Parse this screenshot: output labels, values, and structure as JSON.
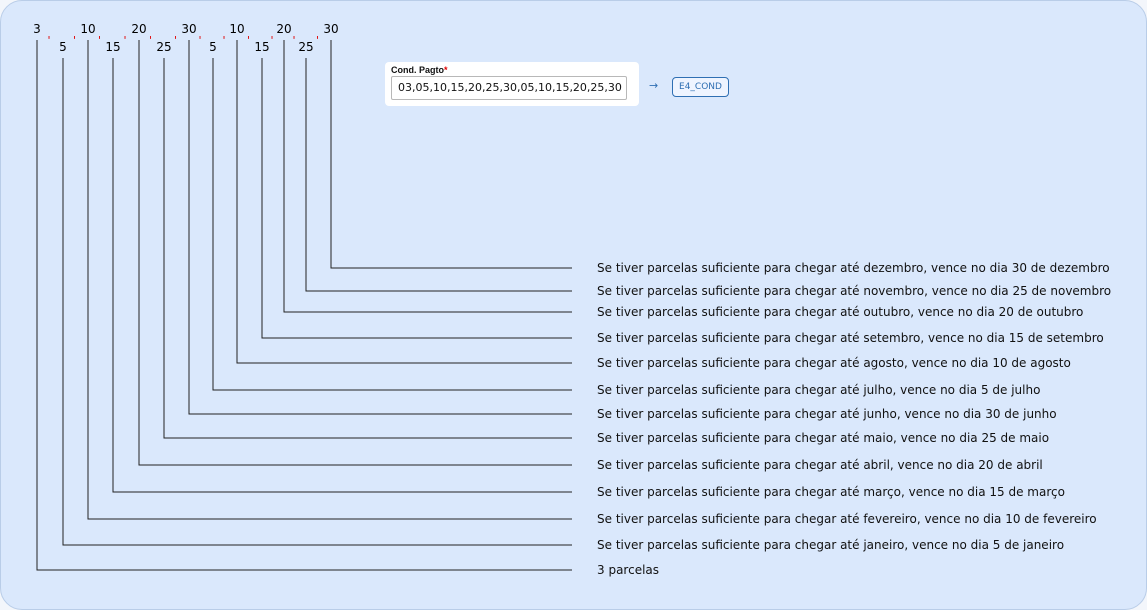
{
  "field": {
    "label": "Cond. Pagto",
    "required_mark": "*",
    "value": "03,05,10,15,20,25,30,05,10,15,20,25,30"
  },
  "arrow_glyph": "→",
  "tag_label": "E4_COND",
  "comma_char": "'",
  "columns": [
    {
      "label": "3",
      "row": "top",
      "desc": "3 parcelas"
    },
    {
      "label": "5",
      "row": "bottom",
      "desc": "Se tiver parcelas suficiente para chegar até janeiro, vence no dia 5 de janeiro"
    },
    {
      "label": "10",
      "row": "top",
      "desc": "Se tiver parcelas suficiente para chegar até fevereiro, vence no dia 10 de fevereiro"
    },
    {
      "label": "15",
      "row": "bottom",
      "desc": "Se tiver parcelas suficiente para chegar até março, vence no dia 15 de março"
    },
    {
      "label": "20",
      "row": "top",
      "desc": "Se tiver parcelas suficiente para chegar até abril, vence no dia 20 de abril"
    },
    {
      "label": "25",
      "row": "bottom",
      "desc": "Se tiver parcelas suficiente para chegar até maio, vence no dia 25 de maio"
    },
    {
      "label": "30",
      "row": "top",
      "desc": "Se tiver parcelas suficiente para chegar até junho, vence no dia 30 de junho"
    },
    {
      "label": "5",
      "row": "bottom",
      "desc": "Se tiver parcelas suficiente para chegar até julho, vence no dia 5 de julho"
    },
    {
      "label": "10",
      "row": "top",
      "desc": "Se tiver parcelas suficiente para chegar até agosto, vence no dia 10 de agosto"
    },
    {
      "label": "15",
      "row": "bottom",
      "desc": "Se tiver parcelas suficiente para chegar até setembro, vence no dia 15 de setembro"
    },
    {
      "label": "20",
      "row": "top",
      "desc": "Se tiver parcelas suficiente para chegar até outubro, vence no dia 20 de outubro"
    },
    {
      "label": "25",
      "row": "bottom",
      "desc": "Se tiver parcelas suficiente para chegar até novembro, vence no dia 25 de novembro"
    },
    {
      "label": "30",
      "row": "top",
      "desc": "Se tiver parcelas suficiente para chegar até dezembro, vence no dia 30 de dezembro"
    }
  ]
}
